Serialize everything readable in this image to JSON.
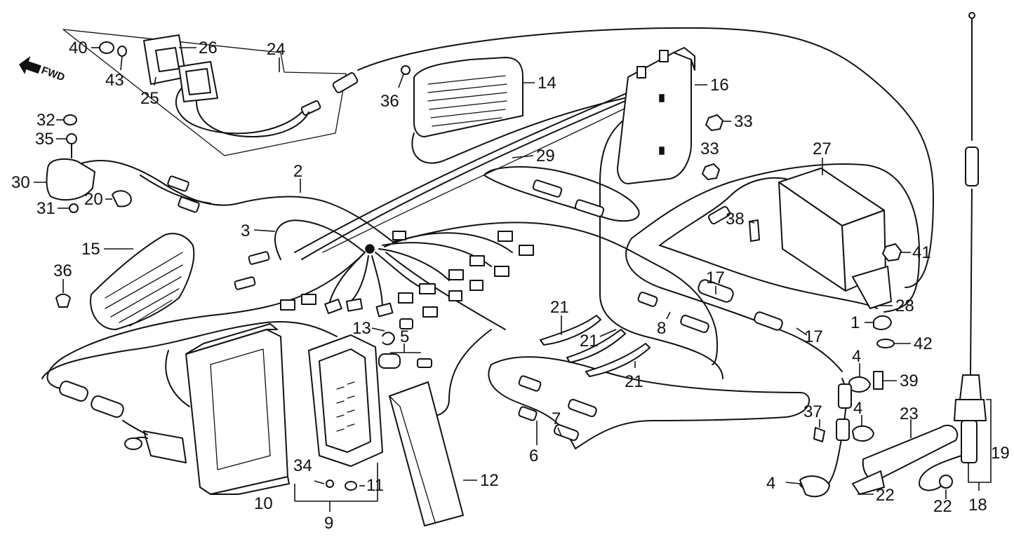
{
  "direction_label": "FWD",
  "callouts": {
    "c1": "1",
    "c2": "2",
    "c3": "3",
    "c4a": "4",
    "c4b": "4",
    "c4c": "4",
    "c5": "5",
    "c6": "6",
    "c7": "7",
    "c8": "8",
    "c9": "9",
    "c10": "10",
    "c11": "11",
    "c12": "12",
    "c13": "13",
    "c14": "14",
    "c15": "15",
    "c16": "16",
    "c17a": "17",
    "c17b": "17",
    "c18": "18",
    "c19": "19",
    "c20": "20",
    "c21a": "21",
    "c21b": "21",
    "c21c": "21",
    "c22a": "22",
    "c22b": "22",
    "c23": "23",
    "c24": "24",
    "c25": "25",
    "c26": "26",
    "c27": "27",
    "c28": "28",
    "c29": "29",
    "c30": "30",
    "c31": "31",
    "c32": "32",
    "c33a": "33",
    "c33b": "33",
    "c34": "34",
    "c35": "35",
    "c36a": "36",
    "c36b": "36",
    "c37": "37",
    "c38": "38",
    "c39": "39",
    "c40": "40",
    "c41": "41",
    "c42": "42",
    "c43": "43"
  },
  "colors": {
    "ink": "#111111",
    "paper": "#ffffff"
  }
}
